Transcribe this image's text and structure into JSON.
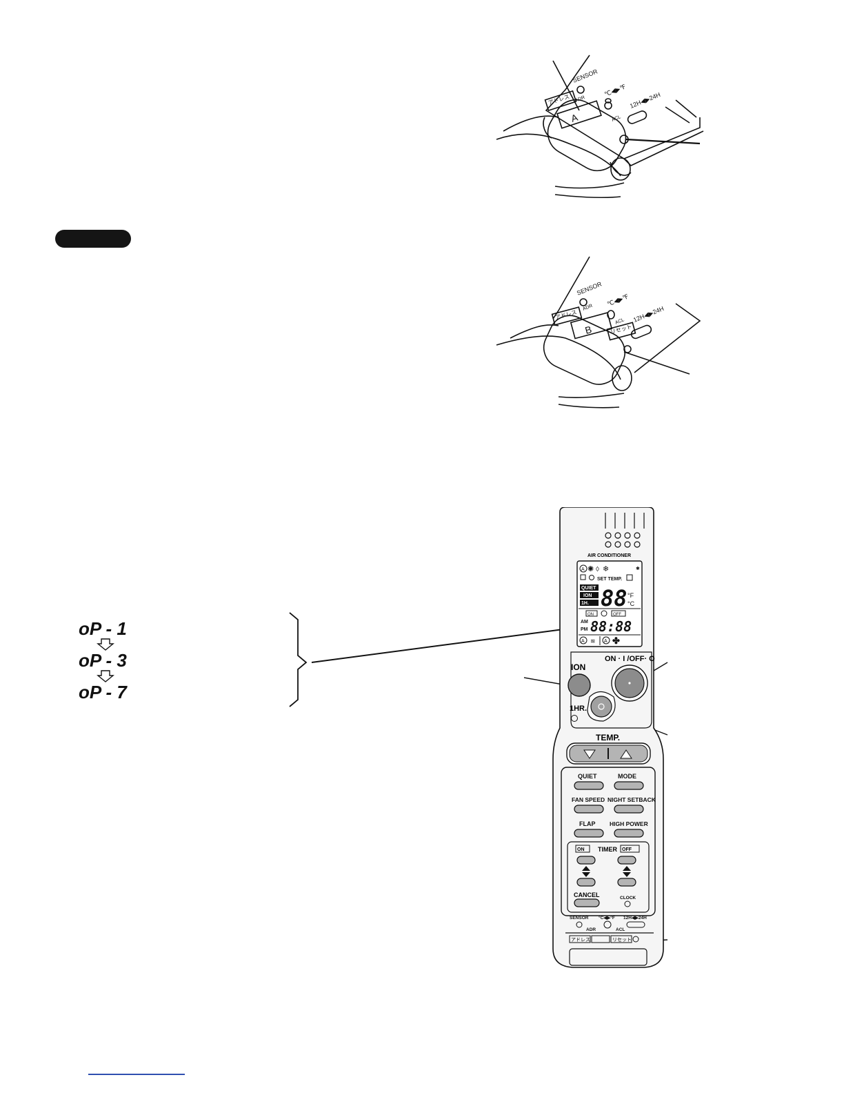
{
  "fig1": {
    "sensor": "SENSOR",
    "adr": "ADR",
    "cf": "℃◀▶℉",
    "h1224": "12H◀▶24H",
    "address_jp": "アドレス",
    "slot_letter": "A",
    "acl": "ACL"
  },
  "fig2": {
    "sensor": "SENSOR",
    "adr": "ADR",
    "cf": "℃◀▶℉",
    "h1224": "12H◀▶24H",
    "address_jp": "アドレス",
    "slot_letter": "B",
    "acl": "ACL",
    "reset_jp": "リセット"
  },
  "codes": [
    "oP - 1",
    "oP - 3",
    "oP - 7"
  ],
  "remote": {
    "brand_label": "AIR CONDITIONER",
    "lcd": {
      "set_temp": "SET TEMP.",
      "quiet": "QUIET",
      "ion": "ION",
      "one_h": "1H.",
      "temp_digits": "88",
      "unit_f": "°F",
      "unit_c": "°C",
      "on_tag": "ON",
      "off_tag": "OFF",
      "am": "AM",
      "pm": "PM",
      "time_digits": "88:88"
    },
    "ion_label": "ION",
    "onoff_label": "ON · I /OFF· O",
    "one_hr_label": "1HR.",
    "temp_label": "TEMP.",
    "buttons": {
      "quiet": "QUIET",
      "mode": "MODE",
      "fan_speed": "FAN SPEED",
      "night_setback": "NIGHT SETBACK",
      "flap": "FLAP",
      "high_power": "HIGH POWER"
    },
    "timer": {
      "on_tag": "ON",
      "label": "TIMER",
      "off_tag": "OFF",
      "cancel": "CANCEL",
      "clock": "CLOCK"
    },
    "bottom": {
      "sensor": "SENSOR",
      "cf": "°C◀▶°F",
      "h1224": "12H◀▶24H",
      "adr": "ADR",
      "acl": "ACL",
      "address_jp": "アドレス",
      "reset_jp": "リセット"
    }
  }
}
